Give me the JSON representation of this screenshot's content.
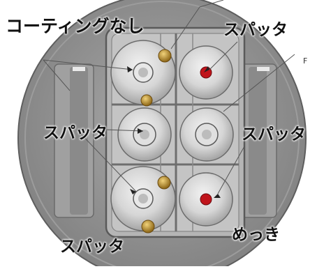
{
  "labels": {
    "no_coating": "コーティングなし",
    "sputter_top_right": "スパッタ",
    "sputter_mid_left": "スパッタ",
    "sputter_mid_right": "スパッタ",
    "sputter_bottom_left": "スパッタ",
    "plating": "めっき",
    "edge_letter": "F"
  },
  "colors": {
    "chamber_outer": "#8d8d8d",
    "chamber_inner": "#b0b0b0",
    "roller_fill": "#d7d7d7",
    "roller_shadow": "#9a9a9a",
    "red_marker": "#c0141b",
    "brass": "#b38a2a",
    "leader_line": "#555555"
  }
}
